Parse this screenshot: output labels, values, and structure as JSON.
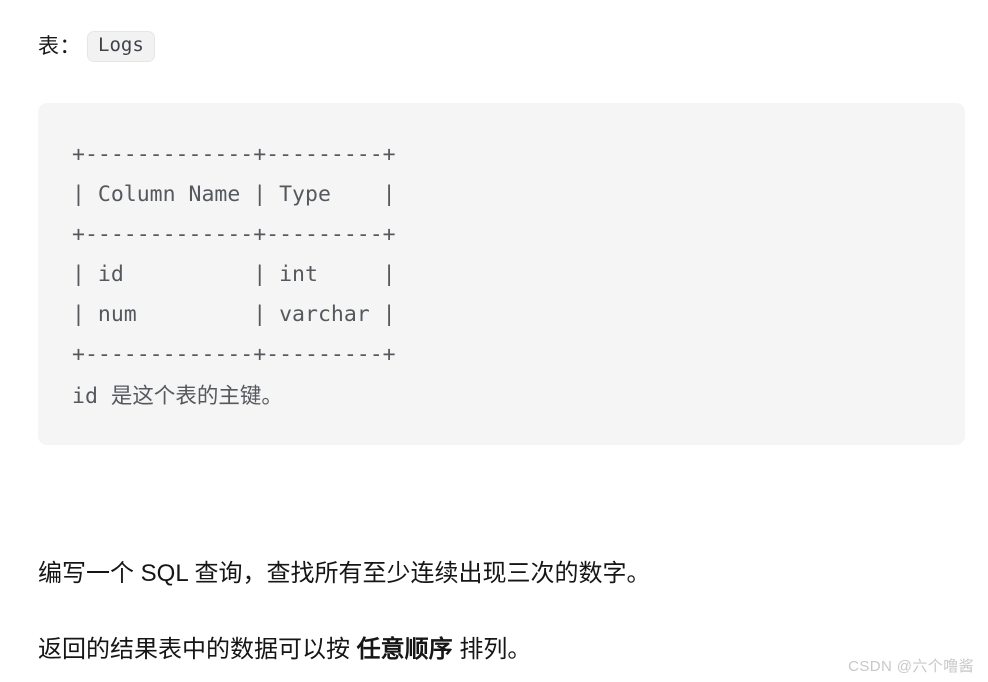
{
  "heading": {
    "label": "表：",
    "table_name": "Logs"
  },
  "code_block": {
    "schema_ascii": "+-------------+---------+\n| Column Name | Type    |\n+-------------+---------+\n| id          | int     |\n| num         | varchar |\n+-------------+---------+",
    "note": "id 是这个表的主键。",
    "columns": [
      {
        "name": "id",
        "type": "int"
      },
      {
        "name": "num",
        "type": "varchar"
      }
    ],
    "headers": [
      "Column Name",
      "Type"
    ],
    "background_color": "#f5f5f5",
    "text_color": "#55595e"
  },
  "paragraphs": {
    "p1": "编写一个 SQL 查询，查找所有至少连续出现三次的数字。",
    "p2_before": "返回的结果表中的数据可以按 ",
    "p2_strong": "任意顺序",
    "p2_after": " 排列。"
  },
  "watermark": {
    "text": "CSDN @六个噜酱"
  }
}
